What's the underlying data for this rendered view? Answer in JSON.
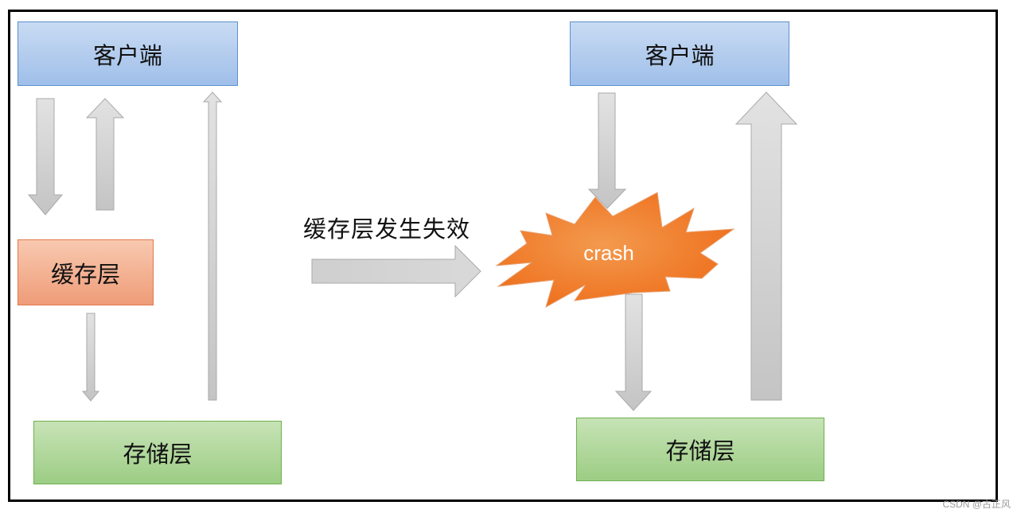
{
  "left": {
    "client_label": "客户端",
    "cache_label": "缓存层",
    "storage_label": "存储层"
  },
  "transition": {
    "caption": "缓存层发生失效"
  },
  "right": {
    "client_label": "客户端",
    "crash_label": "crash",
    "storage_label": "存储层"
  },
  "watermark": "CSDN @古正风",
  "colors": {
    "client_fill": "#a9c6ed",
    "cache_fill": "#f3ab88",
    "storage_fill": "#aed79a",
    "arrow_fill": "#cfcfcf",
    "crash_fill": "#f07a28"
  }
}
